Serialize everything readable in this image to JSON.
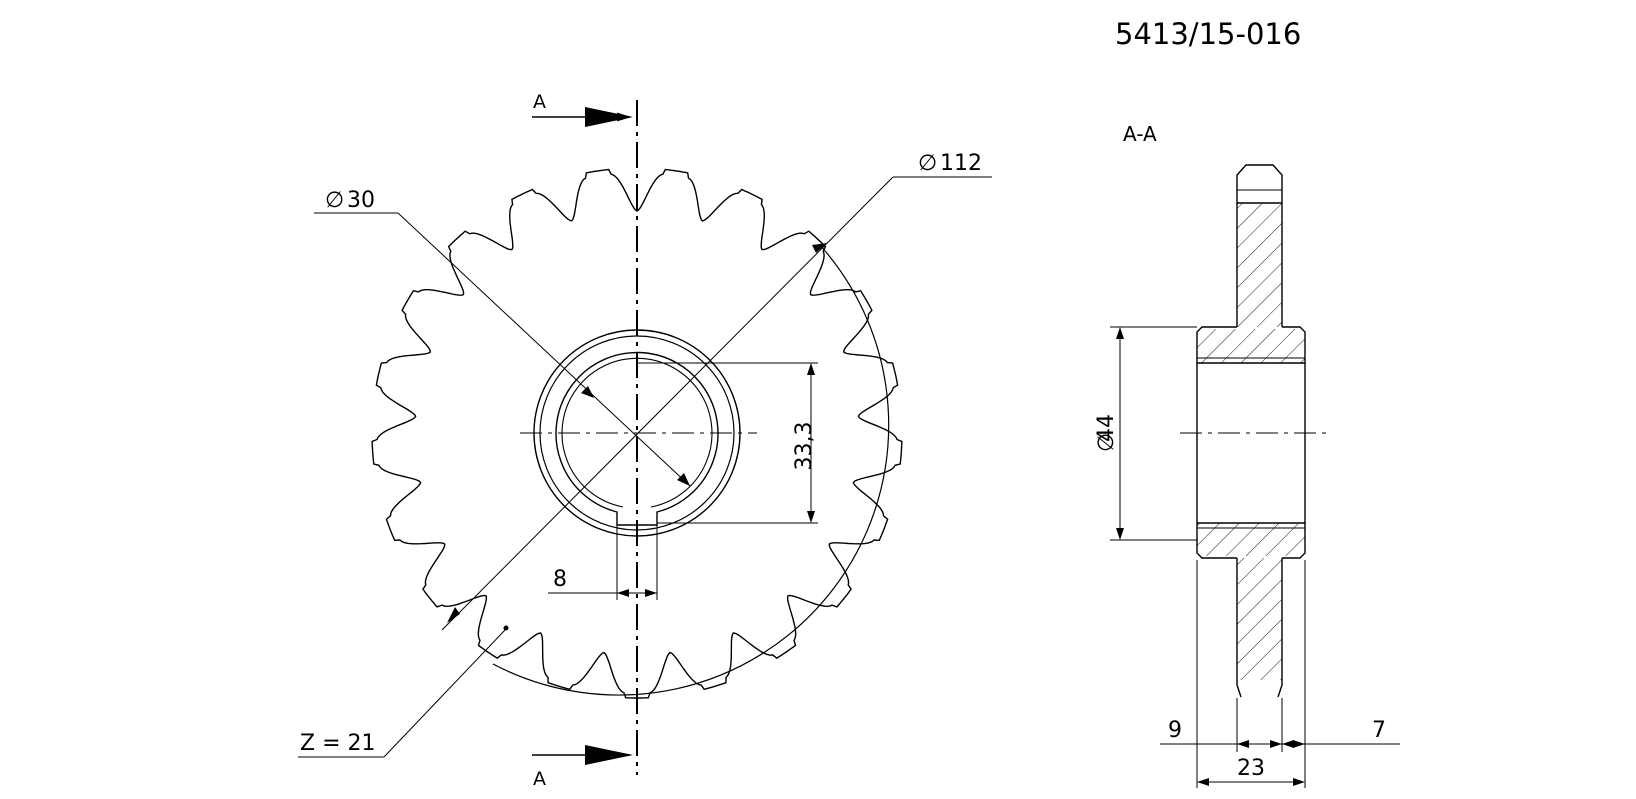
{
  "part_number": "5413/15-016",
  "section_mark": "A",
  "section_view_title": "A-A",
  "dimensions": {
    "bore_diameter": "30",
    "outer_diameter": "112",
    "keyway_height": "33,3",
    "keyway_width": "8",
    "teeth_count": "Z = 21",
    "hub_diameter": "44",
    "hub_left": "9",
    "hub_right": "7",
    "total_width": "23"
  },
  "colors": {
    "line": "#000000",
    "background": "#ffffff"
  }
}
